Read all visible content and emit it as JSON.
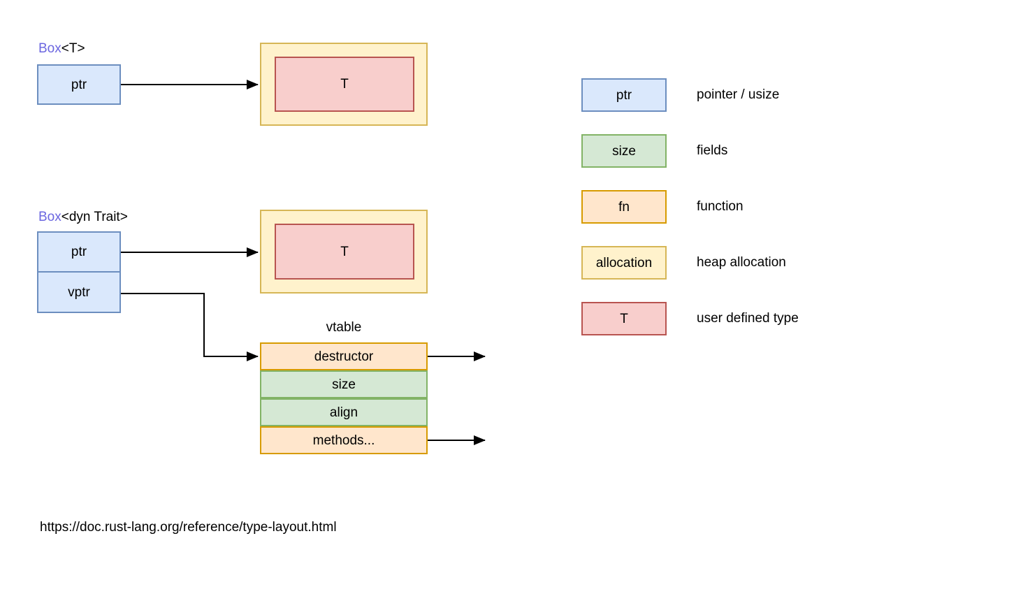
{
  "diagram": {
    "box_t": {
      "title_keyword": "Box",
      "title_generic": "<T>",
      "ptr_label": "ptr",
      "t_label": "T"
    },
    "box_dyn": {
      "title_keyword": "Box",
      "title_generic": "<dyn Trait>",
      "ptr_label": "ptr",
      "vptr_label": "vptr",
      "t_label": "T",
      "vtable_title": "vtable",
      "vtable_rows": [
        {
          "label": "destructor",
          "kind": "function"
        },
        {
          "label": "size",
          "kind": "field"
        },
        {
          "label": "align",
          "kind": "field"
        },
        {
          "label": "methods...",
          "kind": "function"
        }
      ]
    }
  },
  "legend": {
    "items": [
      {
        "swatch_label": "ptr",
        "kind": "pointer",
        "description": "pointer / usize"
      },
      {
        "swatch_label": "size",
        "kind": "field",
        "description": "fields"
      },
      {
        "swatch_label": "fn",
        "kind": "function",
        "description": "function"
      },
      {
        "swatch_label": "allocation",
        "kind": "allocation",
        "description": "heap allocation"
      },
      {
        "swatch_label": "T",
        "kind": "user-type",
        "description": "user defined type"
      }
    ]
  },
  "footer": {
    "url": "https://doc.rust-lang.org/reference/type-layout.html"
  },
  "colors": {
    "pointer_fill": "#dae8fc",
    "pointer_stroke": "#6c8ebf",
    "field_fill": "#d5e8d4",
    "field_stroke": "#82b366",
    "function_fill": "#ffe6cc",
    "function_stroke": "#d79b00",
    "allocation_fill": "#fff2cc",
    "allocation_stroke": "#d6b656",
    "user_type_fill": "#f8cecc",
    "user_type_stroke": "#b85450",
    "box_keyword_text": "#6b66e0",
    "connector": "#000000",
    "background": "#ffffff"
  }
}
